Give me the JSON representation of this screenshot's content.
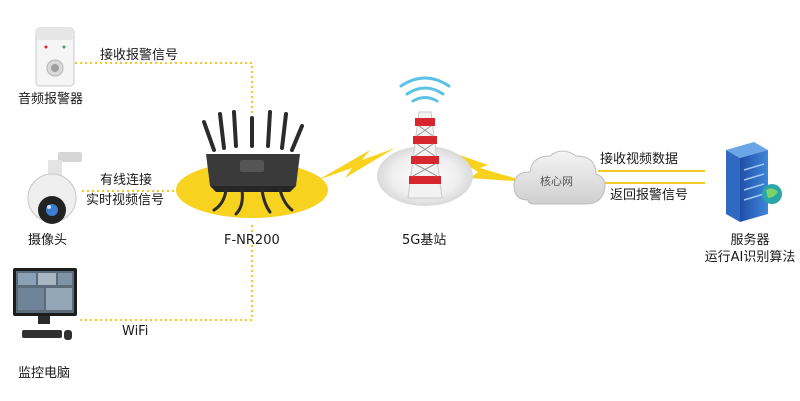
{
  "devices": {
    "alarm": {
      "label": "音频报警器",
      "icon": "audio-alarm-icon"
    },
    "camera": {
      "label": "摄像头",
      "icon": "dome-camera-icon"
    },
    "monitor": {
      "label": "监控电脑",
      "icon": "desktop-computer-icon"
    },
    "router": {
      "label": "F-NR200",
      "icon": "5g-router-icon"
    },
    "tower": {
      "label": "5G基站",
      "icon": "cell-tower-icon"
    },
    "core": {
      "label": "核心网",
      "icon": "cloud-icon"
    },
    "server": {
      "label_line1": "服务器",
      "label_line2": "运行AI识别算法",
      "icon": "server-icon"
    }
  },
  "links": {
    "alarm_link": "接收报警信号",
    "camera_link_line1": "有线连接",
    "camera_link_line2": "实时视频信号",
    "wifi_link": "WiFi",
    "to_server": "接收视频数据",
    "from_server": "返回报警信号"
  },
  "colors": {
    "accent_yellow": "#f7d21e",
    "dotted_line": "#f3c928",
    "signal_blue": "#5bc2e7",
    "tower_red": "#d8262e"
  }
}
